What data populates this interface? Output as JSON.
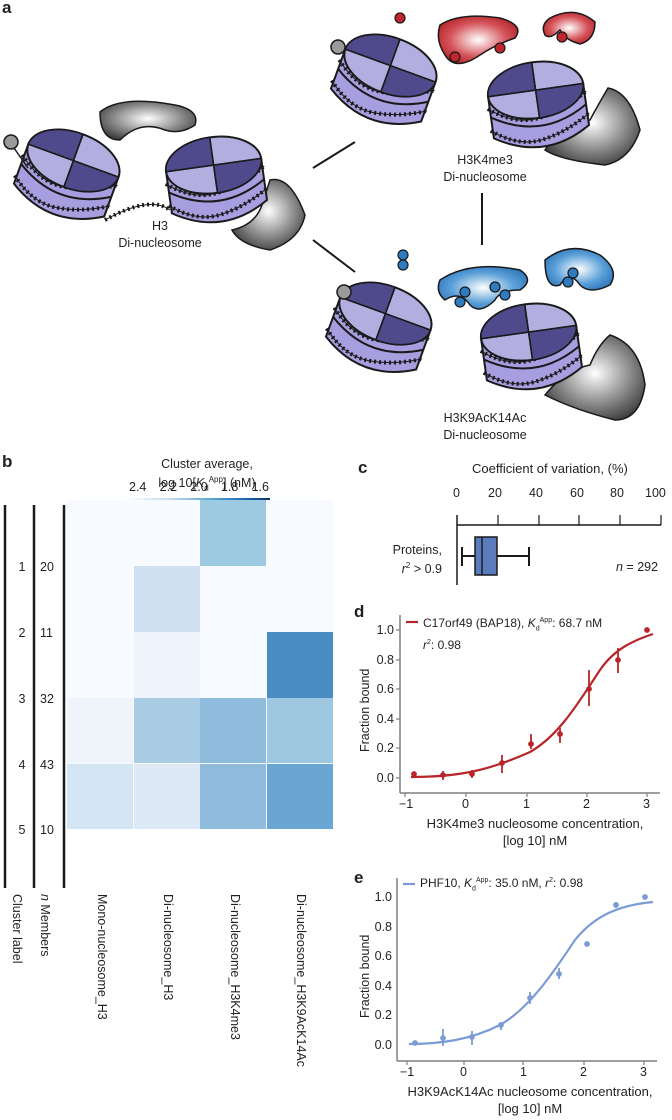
{
  "panels": {
    "a": {
      "letter": "a",
      "nodes": [
        {
          "id": "h3",
          "line1": "H3",
          "line2": "Di-nucleosome"
        },
        {
          "id": "h3k4me3",
          "line1": "H3K4me3",
          "line2": "Di-nucleosome"
        },
        {
          "id": "h3k9ack14ac",
          "line1": "H3K9AcK14Ac",
          "line2": "Di-nucleosome"
        }
      ],
      "colors": {
        "histone_light": "#b3aee0",
        "histone_dark": "#4f4a8c",
        "histone_body": "#a79ee0",
        "reader_gray": "#5a5a5a",
        "mark_red": "#c0262d",
        "reader_red": "#c0262d",
        "mark_blue": "#2f7bbf",
        "reader_blue": "#3c87c6"
      }
    },
    "b": {
      "letter": "b",
      "colorbar_title_line1": "Cluster average,",
      "colorbar_title_line2_prefix": "log 10[",
      "colorbar_title_K": "K",
      "colorbar_title_sub": "d",
      "colorbar_title_sup": "App",
      "colorbar_title_suffix": "] (nM)",
      "colorbar_ticks": [
        "2.4",
        "2.2",
        "2.0",
        "1.8",
        "1.6"
      ],
      "row_header_cluster": "Cluster label",
      "row_header_members_italic": "n",
      "row_header_members": " Members",
      "columns": [
        "Mono-nucleosome_H3",
        "Di-nucleosome_H3",
        "Di-nucleosome_H3K4me3",
        "Di-nucleosome_H3K9AcK14Ac"
      ],
      "rows": [
        {
          "cluster": "1",
          "members": "20"
        },
        {
          "cluster": "2",
          "members": "11"
        },
        {
          "cluster": "3",
          "members": "32"
        },
        {
          "cluster": "4",
          "members": "43"
        },
        {
          "cluster": "5",
          "members": "10"
        }
      ]
    },
    "c": {
      "letter": "c",
      "title": "Coefficient of variation, (%)",
      "ticks": [
        "0",
        "20",
        "40",
        "60",
        "80",
        "100"
      ],
      "row_label_line1": "Proteins,",
      "row_label_r": "r",
      "row_label_sup": "2",
      "row_label_rest": " > 0.9",
      "n_italic": "n",
      "n_value": " = 292",
      "box_color": "#5b7bbf"
    },
    "d": {
      "letter": "d",
      "legend_name": "C17orf49 (BAP18), ",
      "legend_K": "K",
      "legend_sub": "d",
      "legend_sup": "App",
      "legend_value": ": 68.7 nM",
      "legend_r": "r",
      "legend_r_sup": "2",
      "legend_r_value": ": 0.98",
      "ylabel": "Fraction bound",
      "xlabel_line1": "H3K4me3 nucleosome concentration,",
      "xlabel_line2": "[log 10] nM",
      "yticks": [
        "0.0",
        "0.2",
        "0.4",
        "0.6",
        "0.8",
        "1.0"
      ],
      "xticks": [
        "−1",
        "0",
        "1",
        "2",
        "3"
      ],
      "color": "#b8262a"
    },
    "e": {
      "letter": "e",
      "legend_name": "PHF10, ",
      "legend_K": "K",
      "legend_sub": "d",
      "legend_sup": "App",
      "legend_value": ": 35.0 nM, ",
      "legend_r": "r",
      "legend_r_sup": "2",
      "legend_r_value": ": 0.98",
      "ylabel": "Fraction bound",
      "xlabel_line1": "H3K9AcK14Ac nucleosome concentration,",
      "xlabel_line2": "[log 10] nM",
      "yticks": [
        "0.0",
        "0.2",
        "0.4",
        "0.6",
        "0.8",
        "1.0"
      ],
      "xticks": [
        "−1",
        "0",
        "1",
        "2",
        "3"
      ],
      "color": "#7b9bd6"
    }
  },
  "chart_data": [
    {
      "type": "heatmap",
      "panel": "b",
      "title": "Cluster average, log10[Kd App] (nM)",
      "xlabel": "",
      "ylabel": "Cluster label / n Members",
      "categories": [
        "Mono-nucleosome_H3",
        "Di-nucleosome_H3",
        "Di-nucleosome_H3K4me3",
        "Di-nucleosome_H3K9AcK14Ac"
      ],
      "rows": [
        "1",
        "2",
        "3",
        "4",
        "5"
      ],
      "n_members": [
        20,
        11,
        32,
        43,
        10
      ],
      "values": [
        [
          2.5,
          2.5,
          2.05,
          2.5
        ],
        [
          2.5,
          2.2,
          2.5,
          2.5
        ],
        [
          2.5,
          2.4,
          2.5,
          1.8
        ],
        [
          2.4,
          2.1,
          2.0,
          2.05
        ],
        [
          2.25,
          2.3,
          2.0,
          1.9
        ]
      ],
      "colorbar_ticks": [
        2.4,
        2.2,
        2.0,
        1.8,
        1.6
      ],
      "colorbar_range": [
        2.5,
        1.55
      ],
      "colormap": "Blues (reversed)"
    },
    {
      "type": "box",
      "panel": "c",
      "title": "Coefficient of variation, (%)",
      "categories": [
        "Proteins, r^2 > 0.9"
      ],
      "whisker_low": 3,
      "q1": 9,
      "median": 12.5,
      "q3": 20,
      "whisker_high": 35,
      "n": 292,
      "xlim": [
        0,
        100
      ],
      "xticks": [
        0,
        20,
        40,
        60,
        80,
        100
      ]
    },
    {
      "type": "scatter",
      "panel": "d",
      "title": "C17orf49 (BAP18), Kd App: 68.7 nM, r^2: 0.98",
      "xlabel": "H3K4me3 nucleosome concentration, [log 10] nM",
      "ylabel": "Fraction bound",
      "xlim": [
        -1.1,
        3.1
      ],
      "ylim": [
        -0.05,
        1.05
      ],
      "x": [
        -0.85,
        -0.37,
        0.11,
        0.6,
        1.08,
        1.56,
        2.04,
        2.52,
        3.0
      ],
      "y": [
        0.03,
        0.02,
        0.03,
        0.1,
        0.23,
        0.3,
        0.6,
        0.8,
        1.0
      ],
      "err": [
        0.0,
        0.03,
        0.03,
        0.06,
        0.05,
        0.05,
        0.12,
        0.08,
        0.0
      ],
      "fit": {
        "model": "hill",
        "kd_nM": 68.7,
        "r2": 0.98,
        "color": "#b8262a"
      }
    },
    {
      "type": "scatter",
      "panel": "e",
      "title": "PHF10, Kd App: 35.0 nM, r^2: 0.98",
      "xlabel": "H3K9AcK14Ac nucleosome concentration, [log 10] nM",
      "ylabel": "Fraction bound",
      "xlim": [
        -1.1,
        3.1
      ],
      "ylim": [
        -0.05,
        1.05
      ],
      "x": [
        -0.85,
        -0.37,
        0.11,
        0.6,
        1.08,
        1.56,
        2.04,
        2.52,
        3.0
      ],
      "y": [
        0.01,
        0.05,
        0.06,
        0.14,
        0.32,
        0.48,
        0.68,
        0.95,
        1.0
      ],
      "err": [
        0.0,
        0.05,
        0.04,
        0.02,
        0.04,
        0.03,
        0.0,
        0.01,
        0.0
      ],
      "fit": {
        "model": "hill",
        "kd_nM": 35.0,
        "r2": 0.98,
        "color": "#7b9bd6"
      }
    }
  ]
}
